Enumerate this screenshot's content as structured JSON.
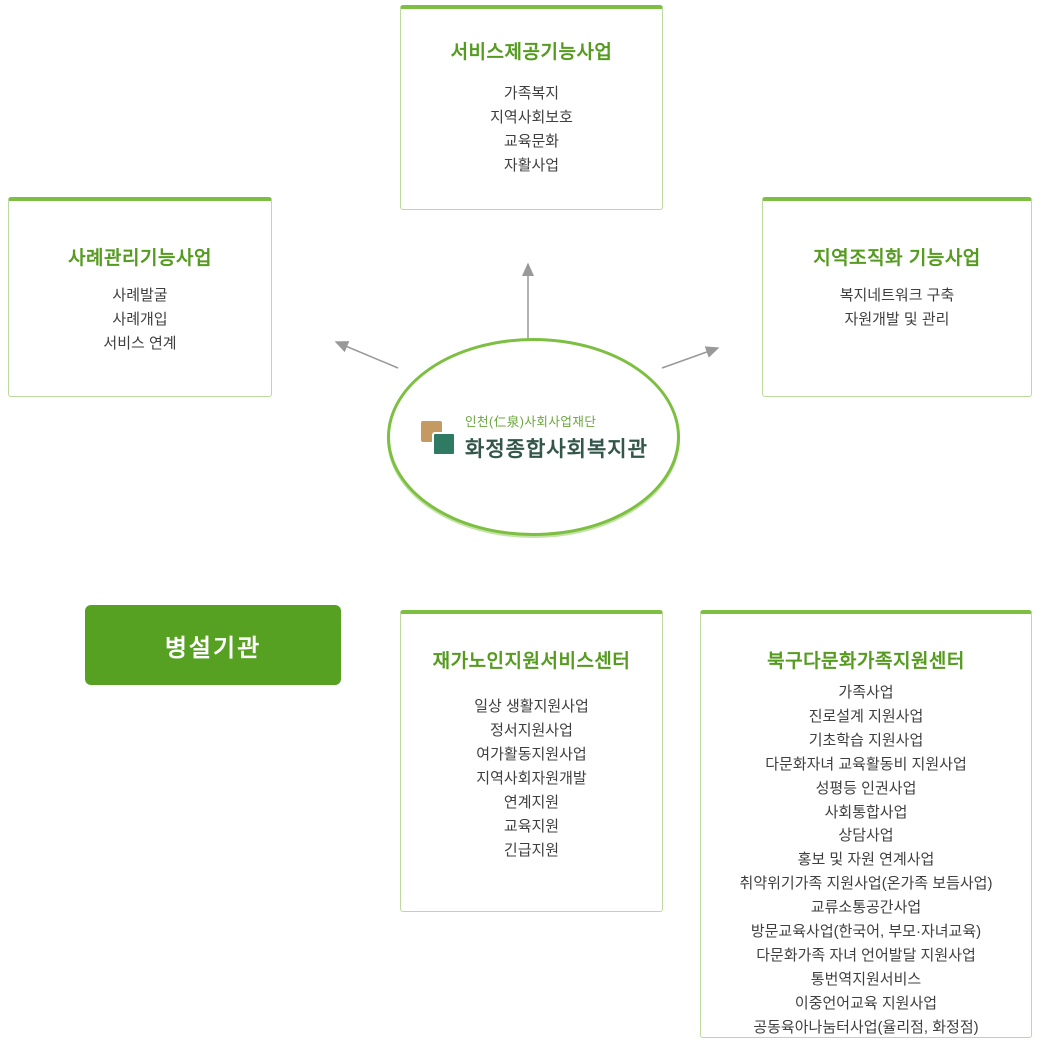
{
  "colors": {
    "accent_green": "#7cbf41",
    "title_green": "#559b1f",
    "box_border_green": "#bcd9a0",
    "annex_fill_green": "#56a121",
    "logo_tan": "#c49a62",
    "logo_teal": "#2e7a63",
    "org_name_color": "#33564a",
    "arrow_gray": "#999999",
    "body_text": "#3f3f3f"
  },
  "center": {
    "foundation": "인천(仁泉)사회사업재단",
    "name": "화정종합사회복지관"
  },
  "annex": {
    "label": "병설기관"
  },
  "boxes": {
    "service": {
      "title": "서비스제공기능사업",
      "items": [
        "가족복지",
        "지역사회보호",
        "교육문화",
        "자활사업"
      ]
    },
    "case_mgmt": {
      "title": "사례관리기능사업",
      "items": [
        "사례발굴",
        "사례개입",
        "서비스 연계"
      ]
    },
    "community": {
      "title": "지역조직화 기능사업",
      "items": [
        "복지네트워크 구축",
        "자원개발 및 관리"
      ]
    },
    "senior": {
      "title": "재가노인지원서비스센터",
      "items": [
        "일상 생활지원사업",
        "정서지원사업",
        "여가활동지원사업",
        "지역사회자원개발",
        "연계지원",
        "교육지원",
        "긴급지원"
      ]
    },
    "multicultural": {
      "title": "북구다문화가족지원센터",
      "items": [
        "가족사업",
        "진로설계 지원사업",
        "기초학습 지원사업",
        "다문화자녀 교육활동비 지원사업",
        "성평등 인권사업",
        "사회통합사업",
        "상담사업",
        "홍보 및 자원 연계사업",
        "취약위기가족 지원사업(온가족 보듬사업)",
        "교류소통공간사업",
        "방문교육사업(한국어, 부모·자녀교육)",
        "다문화가족 자녀 언어발달 지원사업",
        "통번역지원서비스",
        "이중언어교육 지원사업",
        "공동육아나눔터사업(율리점, 화정점)"
      ]
    }
  }
}
